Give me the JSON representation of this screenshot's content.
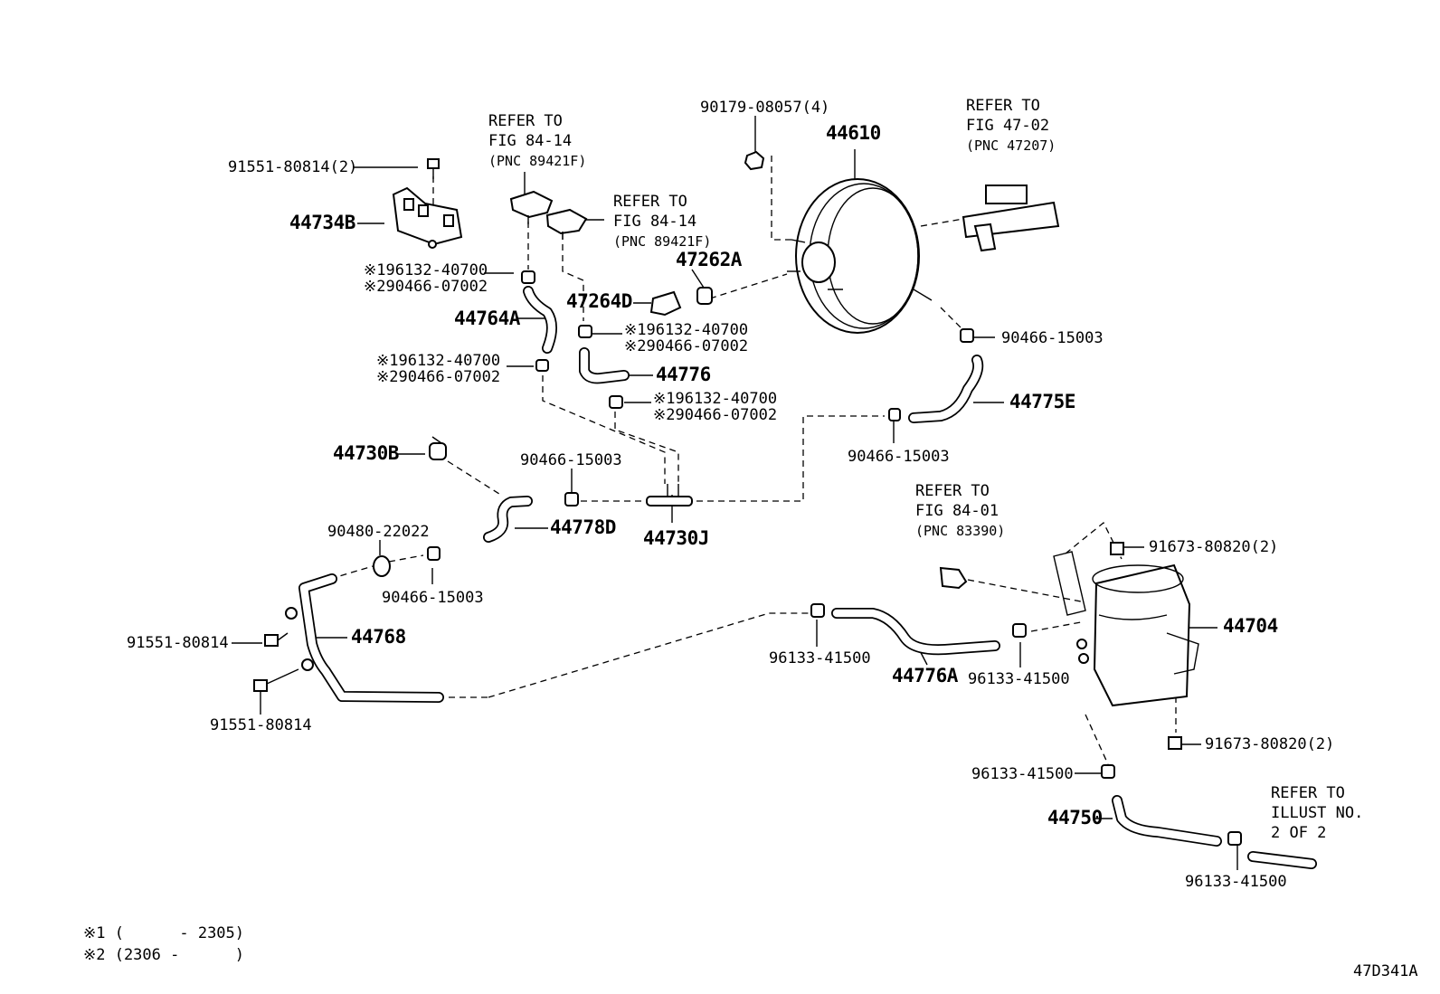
{
  "labels": {
    "p91551_80814_2": "91551-80814(2)",
    "p44734B": "44734B",
    "ref1_l1": "REFER TO",
    "ref1_l2": "FIG 84-14",
    "ref1_l3": "(PNC 89421F)",
    "ref2_l1": "REFER TO",
    "ref2_l2": "FIG 84-14",
    "ref2_l3": "(PNC 89421F)",
    "p90179_08057_4": "90179-08057(4)",
    "p44610": "44610",
    "ref3_l1": "REFER TO",
    "ref3_l2": "FIG 47-02",
    "ref3_l3": "(PNC 47207)",
    "n1_a": "※196132-40700",
    "n1_b": "※290466-07002",
    "p47262A": "47262A",
    "p47264D": "47264D",
    "p44764A": "44764A",
    "n2_a": "※196132-40700",
    "n2_b": "※290466-07002",
    "n3_a": "※196132-40700",
    "n3_b": "※290466-07002",
    "p90466_15003_a": "90466-15003",
    "p44776": "44776",
    "n4_a": "※196132-40700",
    "n4_b": "※290466-07002",
    "p44775E": "44775E",
    "p90466_15003_b": "90466-15003",
    "p44730B": "44730B",
    "p90466_15003_c": "90466-15003",
    "p44778D": "44778D",
    "p44730J": "44730J",
    "p90480_22022": "90480-22022",
    "p90466_15003_d": "90466-15003",
    "ref4_l1": "REFER TO",
    "ref4_l2": "FIG 84-01",
    "ref4_l3": "(PNC 83390)",
    "p91673_80820_2a": "91673-80820(2)",
    "p44704": "44704",
    "p44768": "44768",
    "p91551_80814_a": "91551-80814",
    "p91551_80814_b": "91551-80814",
    "p96133_41500_a": "96133-41500",
    "p44776A": "44776A",
    "p96133_41500_b": "96133-41500",
    "p91673_80820_2b": "91673-80820(2)",
    "p96133_41500_c": "96133-41500",
    "p44750": "44750",
    "ref5_l1": "REFER TO",
    "ref5_l2": "ILLUST NO.",
    "ref5_l3": "2 OF 2",
    "p96133_41500_d": "96133-41500",
    "note1": "※1 (      - 2305)",
    "note2": "※2 (2306 -      )",
    "figure_id": "47D341A"
  }
}
